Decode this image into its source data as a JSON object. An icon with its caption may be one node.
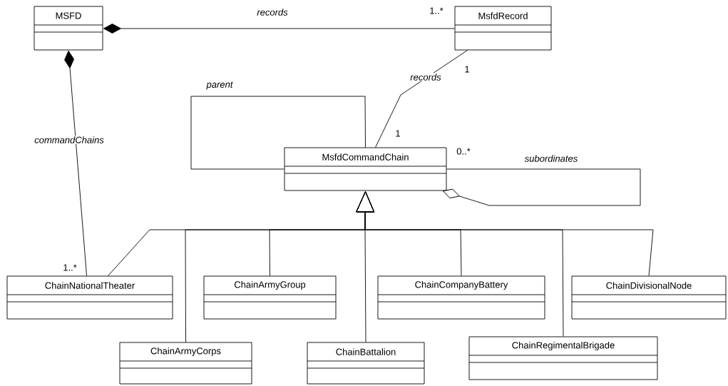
{
  "diagram": {
    "nodes": [
      {
        "text": [
          "MSFD"
        ]
      },
      {
        "text": [
          "MsfdRecord"
        ]
      },
      {
        "text": [
          "MsfdCommandChain"
        ]
      },
      {
        "text": [
          "ChainNationalTheater"
        ]
      },
      {
        "text": [
          "ChainArmyGroup"
        ]
      },
      {
        "text": [
          "ChainCompanyBattery"
        ]
      },
      {
        "text": [
          "ChainDivisionalNode"
        ]
      },
      {
        "text": [
          "ChainArmyCorps"
        ]
      },
      {
        "text": [
          "ChainBattalion"
        ]
      },
      {
        "text": [
          "ChainRegimentalBrigade"
        ]
      }
    ],
    "edges": [
      {
        "from": 0,
        "to": 1,
        "arrow": "other",
        "label": "records"
      },
      {
        "from": 0,
        "to": 3,
        "arrow": "other",
        "label": "commandChains"
      },
      {
        "from": 1,
        "to": 2,
        "arrow": "none",
        "label": "records"
      },
      {
        "from": 2,
        "to": 2,
        "arrow": "none",
        "label": "parent"
      },
      {
        "from": 2,
        "to": 2,
        "arrow": "other",
        "label": "subordinates"
      },
      {
        "from": 3,
        "to": 2,
        "arrow": "to"
      },
      {
        "from": 7,
        "to": 2,
        "arrow": "to"
      },
      {
        "from": 4,
        "to": 2,
        "arrow": "to"
      },
      {
        "from": 8,
        "to": 2,
        "arrow": "to"
      },
      {
        "from": 5,
        "to": 2,
        "arrow": "to"
      },
      {
        "from": 9,
        "to": 2,
        "arrow": "to"
      },
      {
        "from": 6,
        "to": 2,
        "arrow": "to"
      }
    ],
    "labels": [
      "1..*",
      "1",
      "1",
      "0..*",
      "1..*"
    ]
  }
}
